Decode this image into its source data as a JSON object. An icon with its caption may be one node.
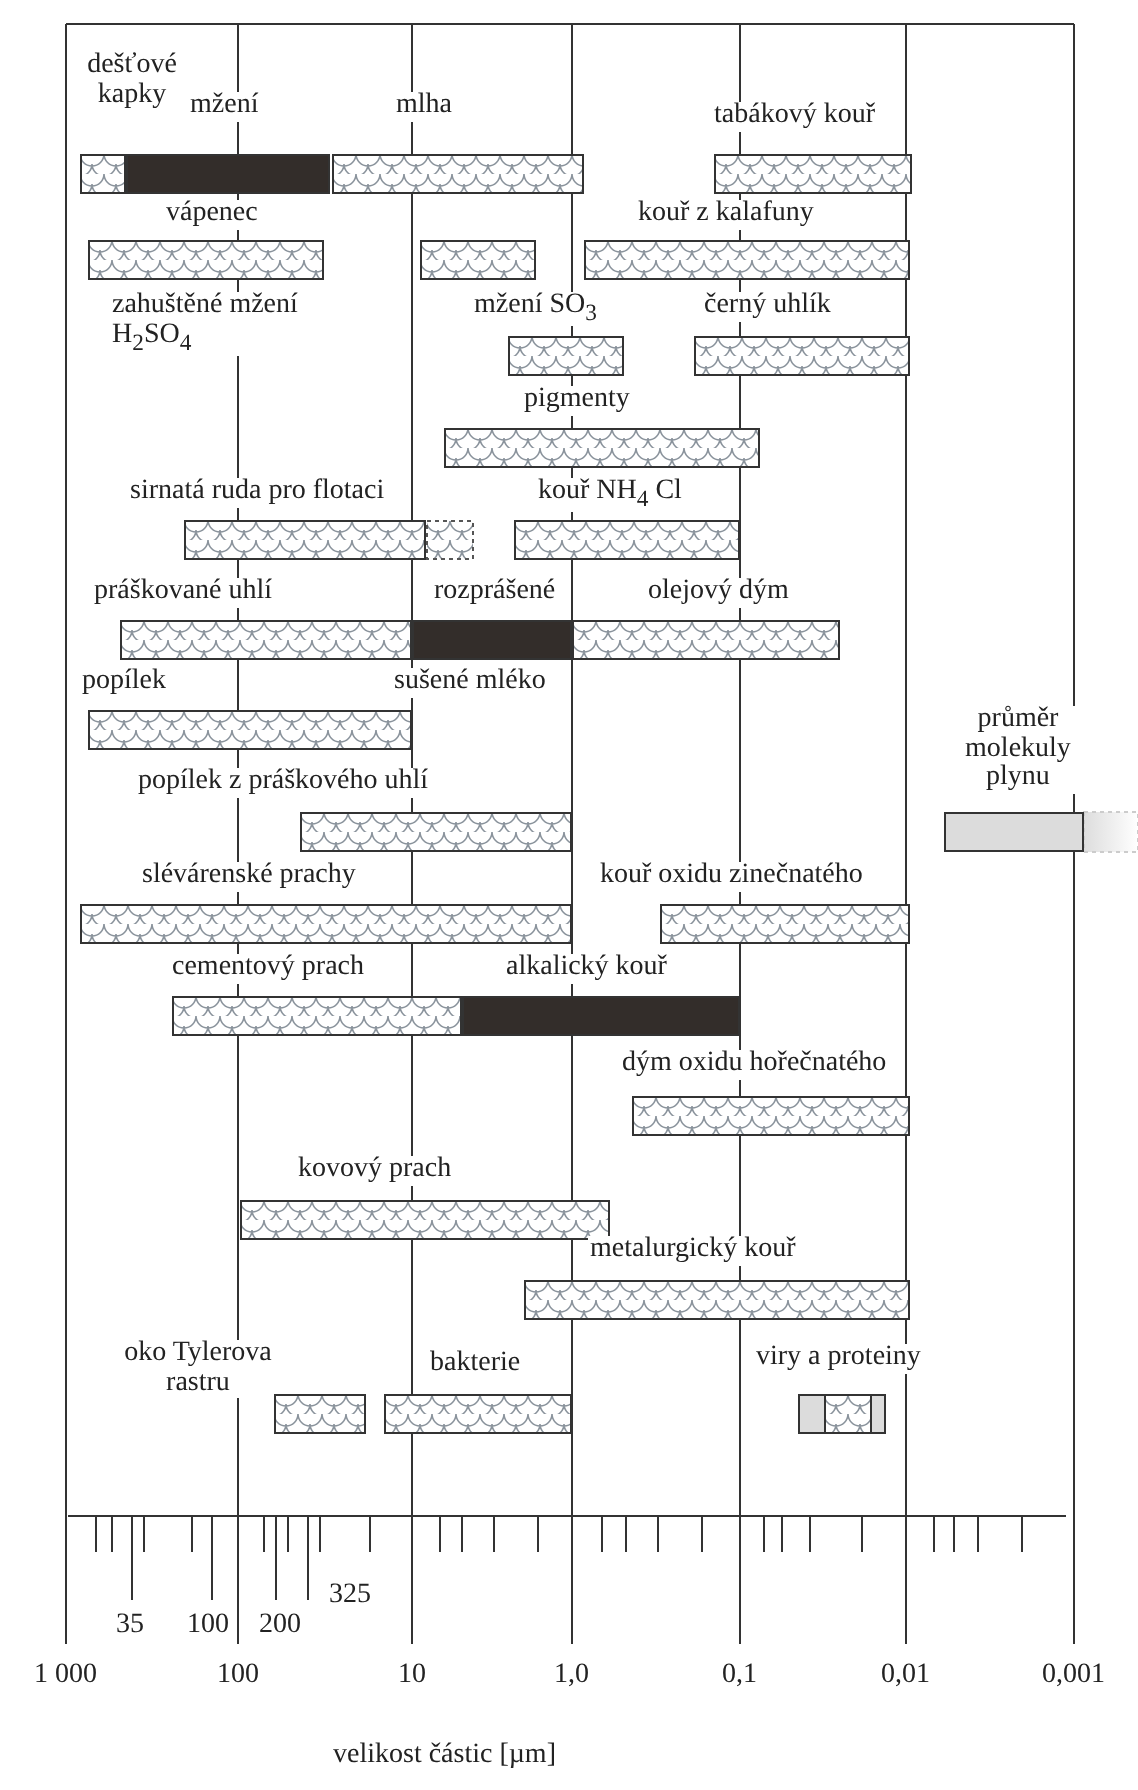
{
  "diagram": {
    "nodes": [
      {
        "text": [
          "dešťové kapky"
        ]
      },
      {
        "text": [
          "mžení"
        ]
      },
      {
        "text": [
          "mlha"
        ]
      },
      {
        "text": [
          "tabákový kouř"
        ]
      },
      {
        "text": [
          "vápenec"
        ]
      },
      {
        "text": [],
        "shape": "bar"
      },
      {
        "text": [
          "kouř z kalafuny"
        ]
      },
      {
        "text": [
          "mžení SO$_{3}$"
        ]
      },
      {
        "text": [
          "černý uhlík"
        ]
      },
      {
        "text": [
          "pigmenty"
        ]
      },
      {
        "text": [
          "sirnatá ruda pro flotaci"
        ]
      },
      {
        "text": [],
        "shape": "bar"
      },
      {
        "text": [
          "kouř NH$_{4}$ Cl"
        ]
      },
      {
        "text": [
          "práškované uhlí"
        ]
      },
      {
        "text": [
          "rozprášené"
        ]
      },
      {
        "text": [
          "olejový dým"
        ]
      },
      {
        "text": [
          "popílek"
        ]
      },
      {
        "text": [
          "průměr molekuly plynu"
        ]
      },
      {
        "text": [
          "popílek z práškového uhlí"
        ]
      },
      {
        "text": [
          "slévárenské prachy"
        ]
      },
      {
        "text": [
          "kouř oxidu zinečnatého"
        ]
      },
      {
        "text": [
          "cementový prach"
        ]
      },
      {
        "text": [
          "alkalický kouř"
        ]
      },
      {
        "text": [
          "dým oxidu hořečnatého"
        ]
      },
      {
        "text": [
          "kovový prach"
        ]
      },
      {
        "text": [
          "metalurgický kouř"
        ]
      },
      {
        "text": [
          "oko Tylerova rastru"
        ]
      },
      {
        "text": [
          "bakterie"
        ]
      },
      {
        "text": [
          "viry a proteiny"
        ]
      },
      {
        "text": [],
        "shape": "bar",
        "in": 28
      }
    ],
    "labels": [
      "zahuštěné mžení H$_{2}$SO$_{4}$",
      "sušené mléko",
      "35",
      "100",
      "200",
      "325",
      "1 000",
      "100",
      "10",
      "1,0",
      "0,1",
      "0,01",
      "0,001",
      "velikost částic [µm]"
    ]
  }
}
